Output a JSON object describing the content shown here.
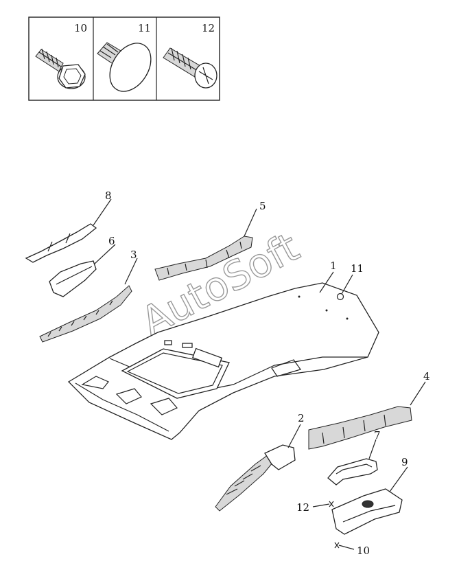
{
  "legend": {
    "items": [
      {
        "number": "10",
        "icon": "hex-flange-bolt-icon"
      },
      {
        "number": "11",
        "icon": "push-clip-icon"
      },
      {
        "number": "12",
        "icon": "screw-icon"
      }
    ]
  },
  "callouts": {
    "c1": "1",
    "c2": "2",
    "c3": "3",
    "c4": "4",
    "c5": "5",
    "c6": "6",
    "c7": "7",
    "c8": "8",
    "c9": "9",
    "c10": "10",
    "c11": "11",
    "c12": "12"
  },
  "watermark": "AutoSoft"
}
